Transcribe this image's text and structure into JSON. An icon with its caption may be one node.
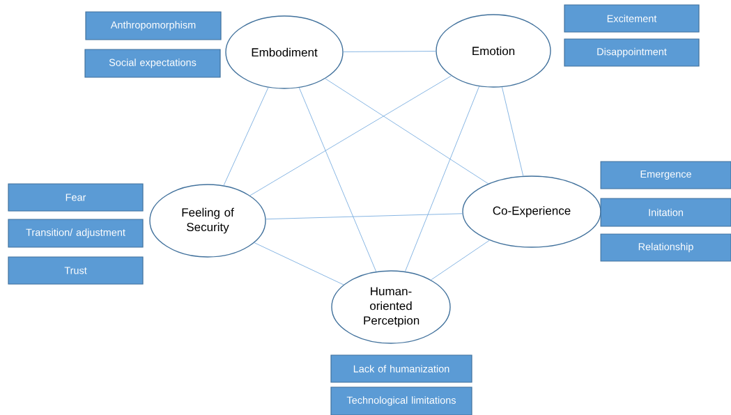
{
  "diagram": {
    "nodes": [
      {
        "text": [
          "Embodiment"
        ]
      },
      {
        "text": [
          "Emotion"
        ]
      },
      {
        "text": [
          "Feeling of Security"
        ]
      },
      {
        "text": [
          "Co-Experience"
        ]
      },
      {
        "text": [
          "Human-oriented Percetpion"
        ]
      },
      {
        "text": [
          "Anthropomorphism"
        ]
      },
      {
        "text": [
          "Social expectations"
        ]
      },
      {
        "text": [
          "Excitement"
        ]
      },
      {
        "text": [
          "Disappointment"
        ]
      },
      {
        "text": [
          "Emergence"
        ]
      },
      {
        "text": [
          "Initation"
        ]
      },
      {
        "text": [
          "Relationship"
        ]
      },
      {
        "text": [
          "Fear"
        ]
      },
      {
        "text": [
          "Transition/ adjustment"
        ]
      },
      {
        "text": [
          "Trust"
        ]
      },
      {
        "text": [
          "Lack of humanization"
        ]
      },
      {
        "text": [
          "Technological limitations"
        ]
      }
    ],
    "edges": [
      {
        "from": 0,
        "to": 1,
        "arrow": "none"
      },
      {
        "from": 0,
        "to": 2,
        "arrow": "none"
      },
      {
        "from": 0,
        "to": 4,
        "arrow": "none"
      },
      {
        "from": 0,
        "to": 3,
        "arrow": "none"
      },
      {
        "from": 1,
        "to": 2,
        "arrow": "none"
      },
      {
        "from": 1,
        "to": 4,
        "arrow": "none"
      },
      {
        "from": 1,
        "to": 3,
        "arrow": "none"
      },
      {
        "from": 2,
        "to": 3,
        "arrow": "none"
      },
      {
        "from": 2,
        "to": 4,
        "arrow": "none"
      },
      {
        "from": 3,
        "to": 4,
        "arrow": "none"
      }
    ]
  }
}
